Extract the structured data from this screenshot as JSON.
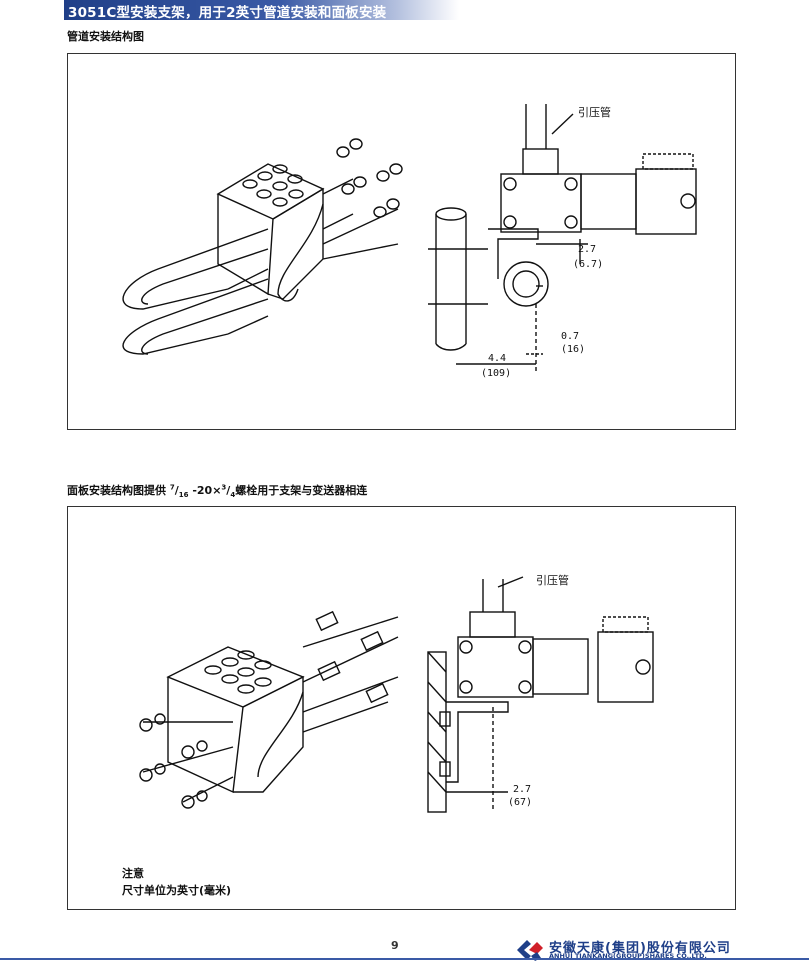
{
  "header": {
    "title": "3051C型安装支架，用于2英寸管道安装和面板安装"
  },
  "section1": {
    "title": "管道安装结构图",
    "callout": "引压管",
    "dims": {
      "a": "2.7",
      "a_mm": "(6.7)",
      "b": "0.7",
      "b_mm": "(16)",
      "c": "4.4",
      "c_mm": "(109)"
    }
  },
  "section2": {
    "title_prefix": "面板安装结构图提供 ",
    "frac1_num": "7",
    "frac1_sep": "/",
    "frac1_den": "16",
    "title_mid": " -20×",
    "frac2_num": "3",
    "frac2_sep": "/",
    "frac2_den": "4",
    "title_suffix": "螺栓用于支架与变送器相连",
    "callout": "引压管",
    "dims": {
      "a": "2.7",
      "a_mm": "(67)"
    }
  },
  "notes": {
    "line1": "注意",
    "line2": "尺寸单位为英寸(毫米)"
  },
  "footer": {
    "page_number": "9",
    "company_cn": "安徽天康(集团)股份有限公司",
    "company_en": "ANHUI TIANKANG(GROUP)SHARES CO.,LTD."
  },
  "colors": {
    "brand": "#1f3f88",
    "accent": "#3a5aa6",
    "logo_red": "#d0202a"
  }
}
